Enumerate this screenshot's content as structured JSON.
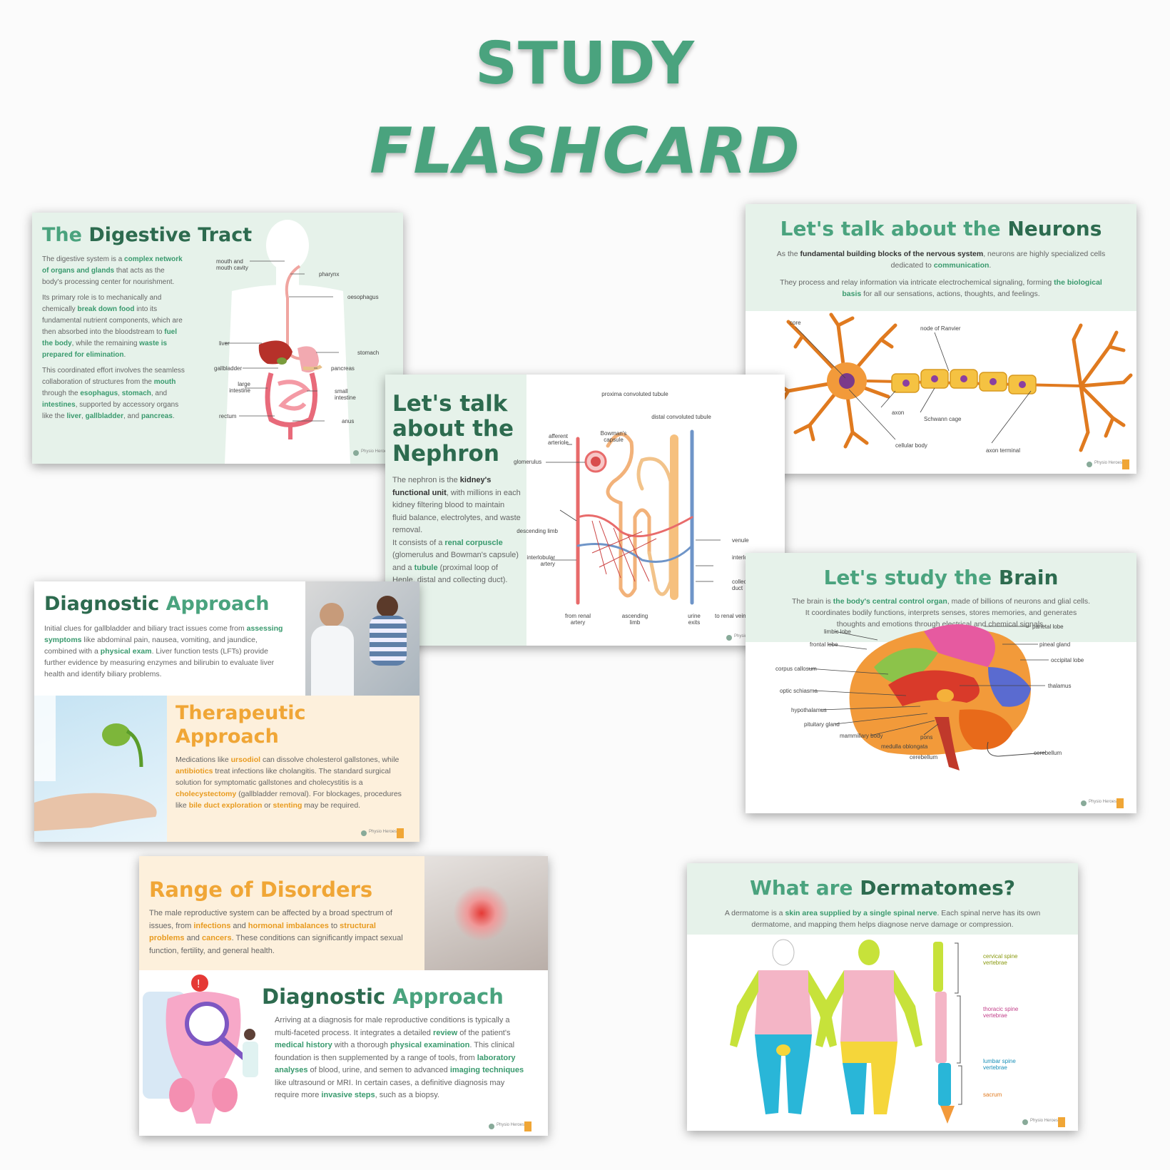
{
  "title": {
    "line1": "STUDY",
    "line2": "FLASHCARD"
  },
  "logo_text": "Physio Heroes",
  "digestive": {
    "title_a": "The ",
    "title_b": "Digestive Tract",
    "p1a": "The digestive system is a ",
    "p1b": "complex network of organs and glands",
    "p1c": " that acts as the body's processing center for nourishment.",
    "p2a": "Its primary role is to mechanically and chemically ",
    "p2b": "break down food",
    "p2c": " into its fundamental nutrient components, which are then absorbed into the bloodstream to ",
    "p2d": "fuel the body",
    "p2e": ", while the remaining ",
    "p2f": "waste is prepared for elimination",
    "p2g": ".",
    "p3a": "This coordinated effort involves the seamless collaboration of structures from the ",
    "p3b": "mouth",
    "p3c": " through the ",
    "p3d": "esophagus",
    "p3e": ", ",
    "p3f": "stomach",
    "p3g": ", and ",
    "p3h": "intestines",
    "p3i": ", supported by accessory organs like the ",
    "p3j": "liver",
    "p3k": ", ",
    "p3l": "gallbladder",
    "p3m": ", and ",
    "p3n": "pancreas",
    "p3o": ".",
    "labels": [
      "mouth and mouth cavity",
      "pharynx",
      "oesophagus",
      "liver",
      "stomach",
      "gallbladder",
      "pancreas",
      "large intestine",
      "small intestine",
      "rectum",
      "anus"
    ]
  },
  "neurons": {
    "title_a": "Let's talk about the ",
    "title_b": "Neurons",
    "p1a": "As the ",
    "p1b": "fundamental building blocks of the nervous system",
    "p1c": ", neurons are highly specialized cells dedicated to ",
    "p1d": "communication",
    "p1e": ".",
    "p2a": "They process and relay information via intricate electrochemical signaling, forming ",
    "p2b": "the biological basis",
    "p2c": " for all our sensations, actions, thoughts, and feelings.",
    "labels": [
      "core",
      "node of Ranvier",
      "axon",
      "Schwann cage",
      "cellular body",
      "axon terminal"
    ]
  },
  "nephron": {
    "title": "Let's talk about the Nephron",
    "p1a": "The nephron is the ",
    "p1b": "kidney's functional unit",
    "p1c": ", with millions in each kidney filtering blood to maintain fluid balance, electrolytes, and waste removal.",
    "p2a": "It consists of a ",
    "p2b": "renal corpuscle",
    "p2c": " (glomerulus and Bowman's capsule) and a ",
    "p2d": "tubule",
    "p2e": " (proximal loop of Henle, distal and collecting duct).",
    "labels": [
      "proxima convoluted tubule",
      "distal convoluted tubule",
      "afferent arteriole",
      "Bowman's capsule",
      "glomerulus",
      "descending limb",
      "venule",
      "interlobular artery",
      "interlobular vein",
      "collecting duct",
      "from renal artery",
      "ascending limb",
      "urine exits",
      "to renal vein"
    ]
  },
  "brain": {
    "title_a": "Let's study the ",
    "title_b": "Brain",
    "p1a": "The brain is ",
    "p1b": "the body's central control organ",
    "p1c": ", made of billions of neurons and glial cells. It coordinates bodily functions, interprets senses, stores memories, and generates thoughts and emotions through electrical and chemical signals.",
    "labels": [
      "limbic lobe",
      "parietal lobe",
      "frontal lobe",
      "pineal gland",
      "occipital lobe",
      "corpus callosum",
      "thalamus",
      "optic schiasma",
      "hypothalamus",
      "pituitary gland",
      "mammillary body",
      "pons",
      "medulla oblongata",
      "cerebellum",
      "cerebellum"
    ]
  },
  "diagnostic1": {
    "title_a": "Diagnostic ",
    "title_b": "Approach",
    "p1a": "Initial clues for gallbladder and biliary tract issues come from ",
    "p1b": "assessing symptoms",
    "p1c": " like abdominal pain, nausea, vomiting, and jaundice, combined with a ",
    "p1d": "physical exam",
    "p1e": ". Liver function tests (LFTs) provide further evidence by measuring enzymes and bilirubin to evaluate liver health and identify biliary problems."
  },
  "therapeutic": {
    "title": "Therapeutic Approach",
    "p1a": "Medications like ",
    "p1b": "ursodiol",
    "p1c": " can dissolve cholesterol gallstones, while ",
    "p1d": "antibiotics",
    "p1e": " treat infections like cholangitis. The standard surgical solution for symptomatic gallstones and cholecystitis is a ",
    "p1f": "cholecystectomy",
    "p1g": " (gallbladder removal). For blockages, procedures like ",
    "p1h": "bile duct exploration",
    "p1i": " or ",
    "p1j": "stenting",
    "p1k": " may be required."
  },
  "disorders": {
    "title": "Range of Disorders",
    "p1a": "The male reproductive system can be affected by a broad spectrum of issues, from ",
    "p1b": "infections",
    "p1c": " and ",
    "p1d": "hormonal imbalances",
    "p1e": " to ",
    "p1f": "structural problems",
    "p1g": " and ",
    "p1h": "cancers",
    "p1i": ". These conditions can significantly impact sexual function, fertility, and general health."
  },
  "diagnostic2": {
    "title_a": "Diagnostic ",
    "title_b": "Approach",
    "p1a": "Arriving at a diagnosis for male reproductive conditions is typically a multi-faceted process. It integrates a detailed ",
    "p1b": "review",
    "p1c": " of the patient's ",
    "p1d": "medical history",
    "p1e": " with a thorough ",
    "p1f": "physical examination",
    "p1g": ". This clinical foundation is then supplemented by a range of tools, from ",
    "p1h": "laboratory analyses",
    "p1i": " of blood, urine, and semen to advanced ",
    "p1j": "imaging techniques",
    "p1k": " like ultrasound or MRI. In certain cases, a definitive diagnosis may require more ",
    "p1l": "invasive steps",
    "p1m": ", such as a biopsy."
  },
  "dermatomes": {
    "title_a": "What are ",
    "title_b": "Dermatomes?",
    "p1a": "A dermatome is a ",
    "p1b": "skin area supplied by a single spinal nerve",
    "p1c": ". Each spinal nerve has its own dermatome, and mapping them helps diagnose nerve damage or compression.",
    "labels": [
      "cervical spine vertebrae",
      "thoracic spine vertebrae",
      "lumbar spine vertebrae",
      "sacrum"
    ]
  },
  "colors": {
    "green": "#4aa37e",
    "dark_green": "#2d6b4f",
    "orange": "#f0a636",
    "mint": "#e4f2ea",
    "cream": "#fdf0dc"
  },
  "icons": [
    "human-silhouette-illustration",
    "neuron-illustration",
    "nephron-illustration",
    "brain-illustration",
    "doctor-patient-photo",
    "hand-gallbladder-illustration",
    "abdominal-pain-photo",
    "reproductive-diagnosis-illustration",
    "dermatome-body-illustration",
    "spine-illustration"
  ]
}
